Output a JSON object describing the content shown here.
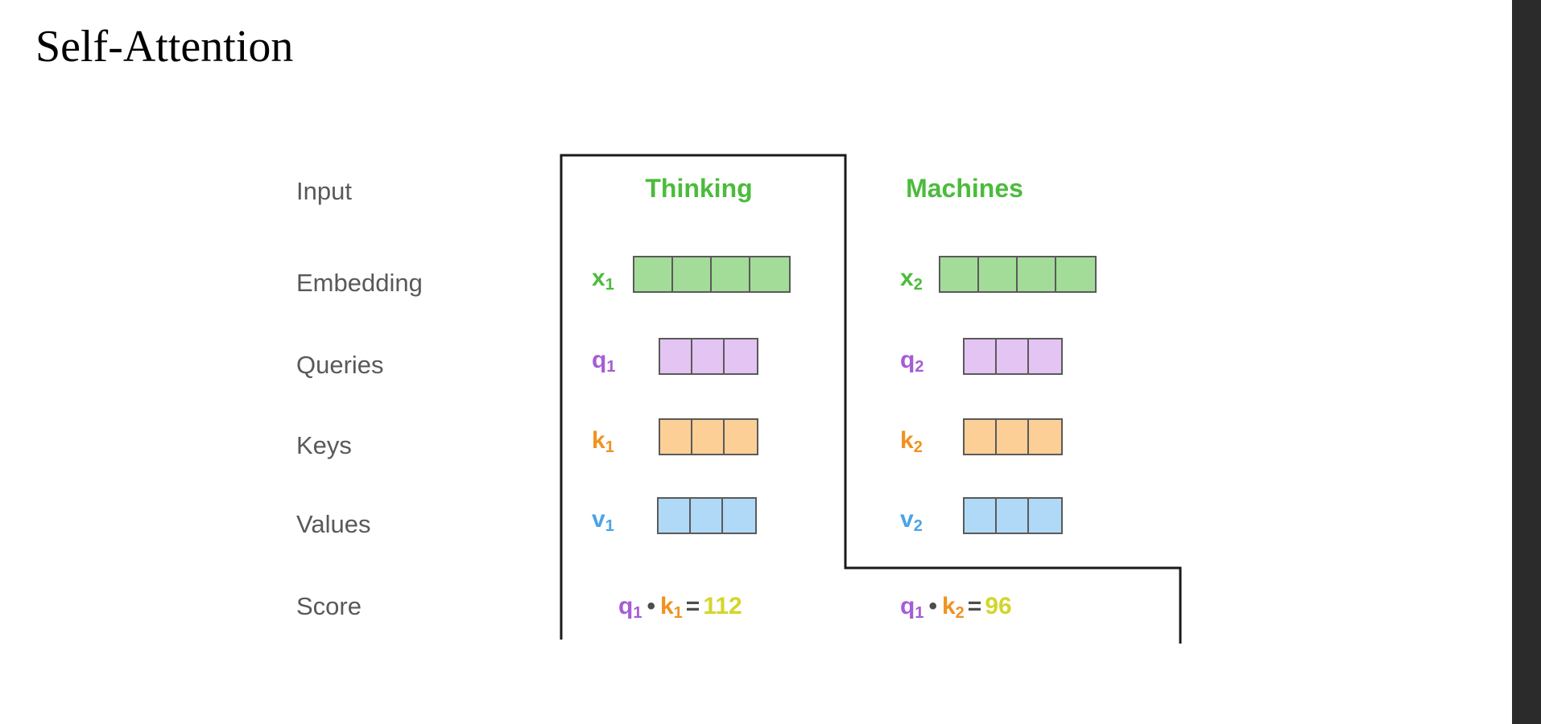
{
  "slide": {
    "title": "Self-Attention",
    "background": "#ffffff",
    "right_strip_color": "#2b2b2b"
  },
  "colors": {
    "label_gray": "#595959",
    "header_green": "#4cbb3c",
    "embedding_text": "#4cbb3c",
    "embedding_fill": "#a3dc99",
    "query_text": "#a55cd6",
    "query_fill": "#e3c4f2",
    "key_text": "#f0921e",
    "key_fill": "#fbcf96",
    "value_text": "#4aa3e8",
    "value_fill": "#afd9f7",
    "cell_border": "#5a5a5a",
    "outline": "#1a1a1a",
    "score_value": "#d2d62a",
    "operator": "#4d4d4d"
  },
  "diagram": {
    "row_labels": [
      {
        "id": "input",
        "label": "Input"
      },
      {
        "id": "embedding",
        "label": "Embedding"
      },
      {
        "id": "queries",
        "label": "Queries"
      },
      {
        "id": "keys",
        "label": "Keys"
      },
      {
        "id": "values",
        "label": "Values"
      },
      {
        "id": "score",
        "label": "Score"
      }
    ],
    "columns": [
      {
        "id": "col1",
        "word": "Thinking"
      },
      {
        "id": "col2",
        "word": "Machines"
      }
    ],
    "vectors": {
      "embedding": [
        {
          "symbol": "x",
          "sub": "1",
          "cells": 4
        },
        {
          "symbol": "x",
          "sub": "2",
          "cells": 4
        }
      ],
      "queries": [
        {
          "symbol": "q",
          "sub": "1",
          "cells": 3
        },
        {
          "symbol": "q",
          "sub": "2",
          "cells": 3
        }
      ],
      "keys": [
        {
          "symbol": "k",
          "sub": "1",
          "cells": 3
        },
        {
          "symbol": "k",
          "sub": "2",
          "cells": 3
        }
      ],
      "values": [
        {
          "symbol": "v",
          "sub": "1",
          "cells": 3
        },
        {
          "symbol": "v",
          "sub": "2",
          "cells": 3
        }
      ]
    },
    "scores": [
      {
        "id": "score-1",
        "q_symbol": "q",
        "q_sub": "1",
        "operator": "•",
        "k_symbol": "k",
        "k_sub": "1",
        "equals": "=",
        "value": "112"
      },
      {
        "id": "score-2",
        "q_symbol": "q",
        "q_sub": "1",
        "operator": "•",
        "k_symbol": "k",
        "k_sub": "2",
        "equals": "=",
        "value": "96"
      }
    ]
  }
}
